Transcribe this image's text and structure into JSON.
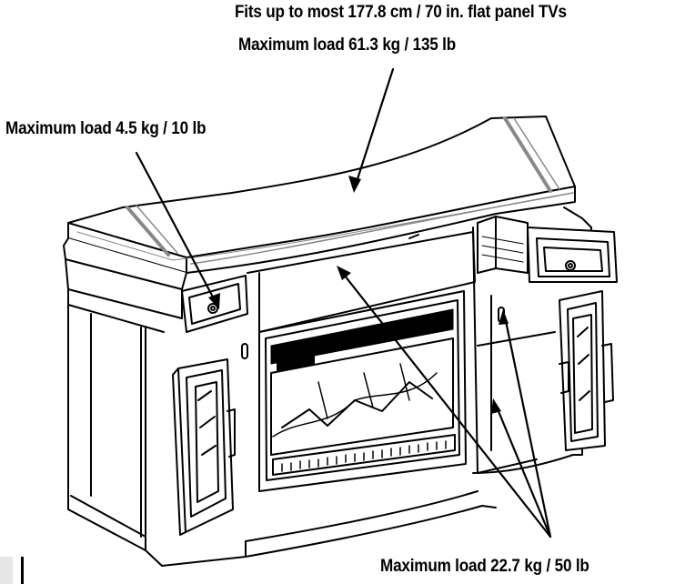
{
  "labels": {
    "tv_fit": "Fits up to most 177.8 cm / 70 in. flat panel TVs",
    "top_load": "Maximum load 61.3 kg / 135 lb",
    "drawer_load": "Maximum load 4.5 kg / 10 lb",
    "shelf_load": "Maximum load 22.7 kg / 50 lb"
  },
  "colors": {
    "line": "#000000",
    "background": "#ffffff",
    "shade": "#e6e6e6"
  }
}
